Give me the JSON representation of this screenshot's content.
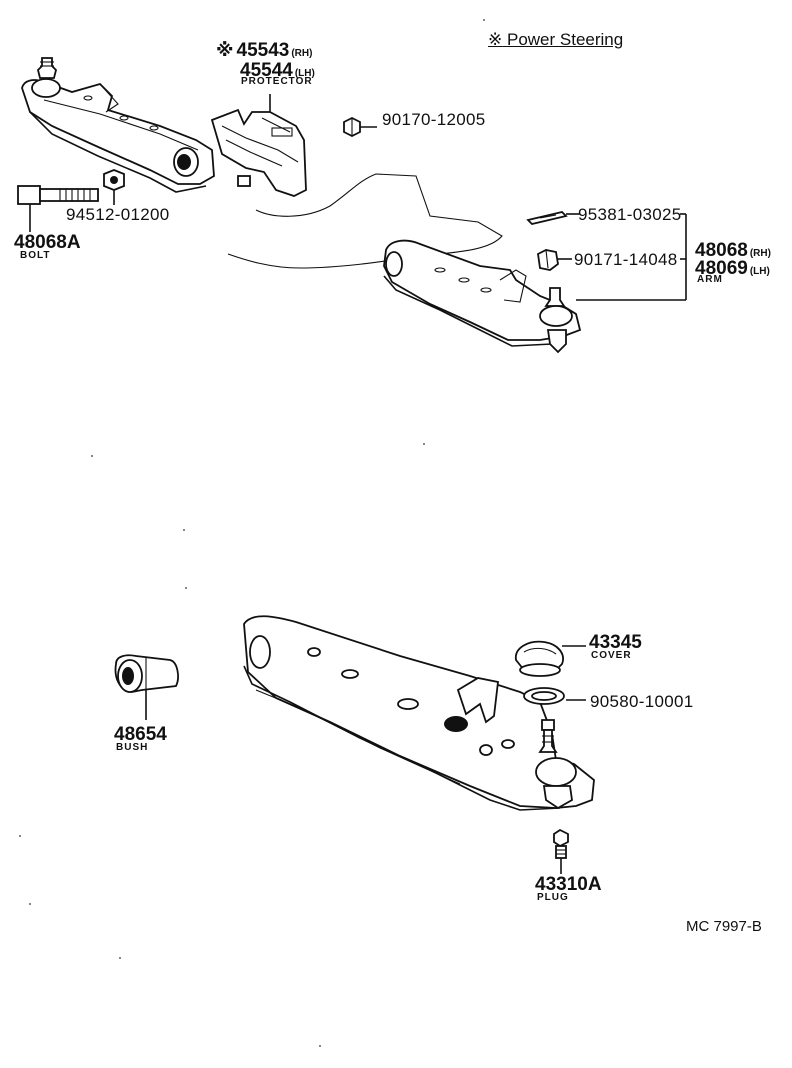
{
  "legend": {
    "mark": "※",
    "text": "Power Steering"
  },
  "parts": {
    "p45543": {
      "mark": "※",
      "number": "45543",
      "suffix": "(RH)"
    },
    "p45544": {
      "number": "45544",
      "suffix": "(LH)",
      "name": "PROTECTOR"
    },
    "p90170": {
      "number": "90170-12005"
    },
    "p48068A": {
      "number": "48068A",
      "name": "BOLT"
    },
    "p94512": {
      "number": "94512-01200"
    },
    "p95381": {
      "number": "95381-03025"
    },
    "p90171": {
      "number": "90171-14048"
    },
    "p48068": {
      "number": "48068",
      "suffix": "(RH)"
    },
    "p48069": {
      "number": "48069",
      "suffix": "(LH)",
      "name": "ARM"
    },
    "p43345": {
      "number": "43345",
      "name": "COVER"
    },
    "p90580": {
      "number": "90580-10001"
    },
    "p48654": {
      "number": "48654",
      "name": "BUSH"
    },
    "p43310A": {
      "number": "43310A",
      "name": "PLUG"
    }
  },
  "footer": {
    "code": "MC  7997-B"
  },
  "icons": [
    "ball-joint-icon",
    "bolt-icon",
    "nut-icon",
    "cotter-pin-icon",
    "bushing-icon",
    "dust-cover-icon",
    "clip-ring-icon",
    "plug-icon"
  ]
}
